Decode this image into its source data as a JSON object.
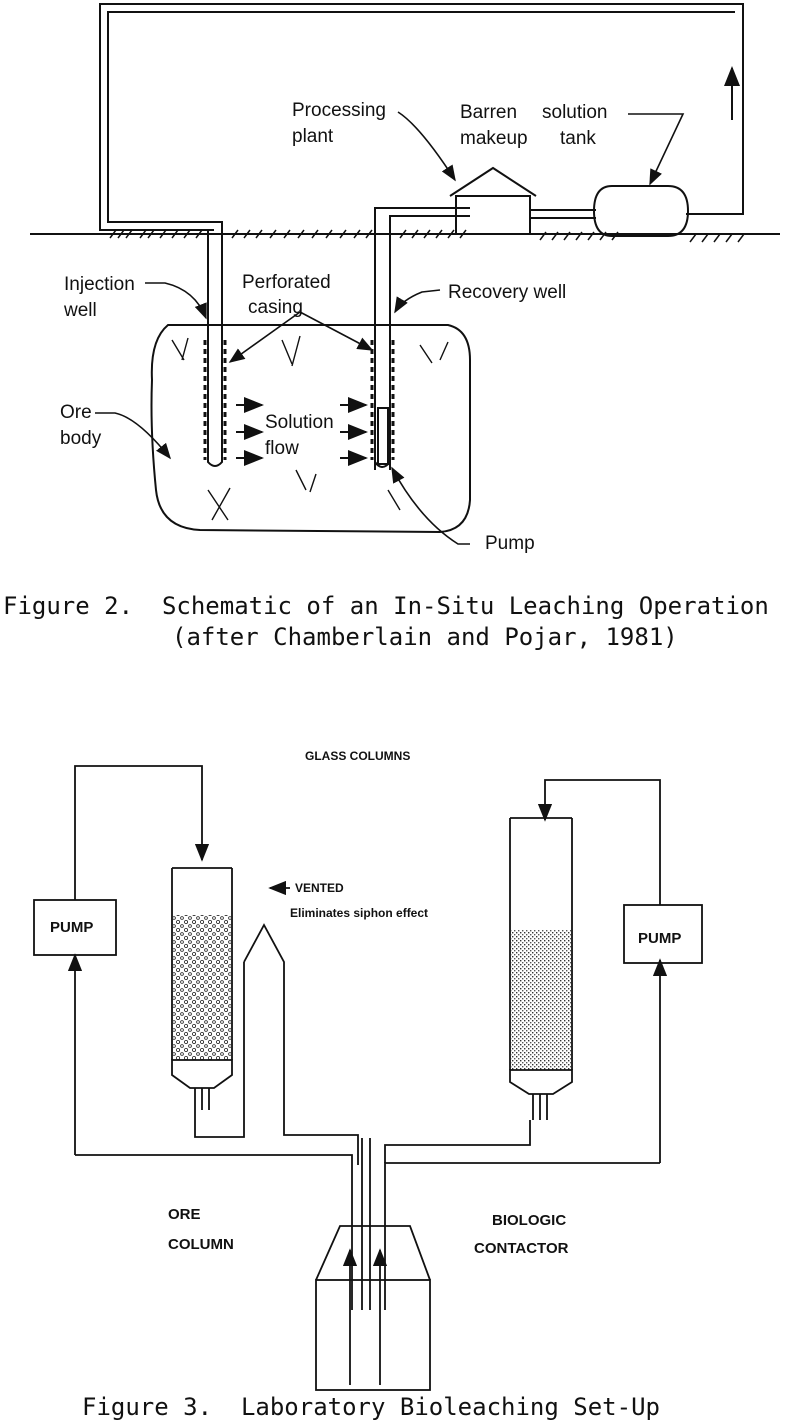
{
  "figure2": {
    "caption_line1": "Figure 2.  Schematic of an In-Situ Leaching Operation",
    "caption_line2": "(after Chamberlain and Pojar, 1981)",
    "labels": {
      "processing_line1": "Processing",
      "processing_line2": "plant",
      "barren_line1": "Barren",
      "barren_line2": "makeup",
      "solution_line1": "solution",
      "solution_line2": "tank",
      "injection_line1": "Injection",
      "injection_line2": "well",
      "perforated_line1": "Perforated",
      "perforated_line2": "casing",
      "recovery": "Recovery  well",
      "ore_line1": "Ore",
      "ore_line2": "body",
      "flow_line1": "Solution",
      "flow_line2": "flow",
      "pump": "Pump"
    }
  },
  "figure3": {
    "caption": "Figure 3.  Laboratory Bioleaching Set-Up",
    "labels": {
      "glass_columns": "GLASS COLUMNS",
      "pump_left": "PUMP",
      "pump_right": "PUMP",
      "vented": "VENTED",
      "eliminates": "Eliminates siphon effect",
      "ore_line1": "ORE",
      "ore_line2": "COLUMN",
      "bio_line1": "BIOLOGIC",
      "bio_line2": "CONTACTOR"
    }
  }
}
